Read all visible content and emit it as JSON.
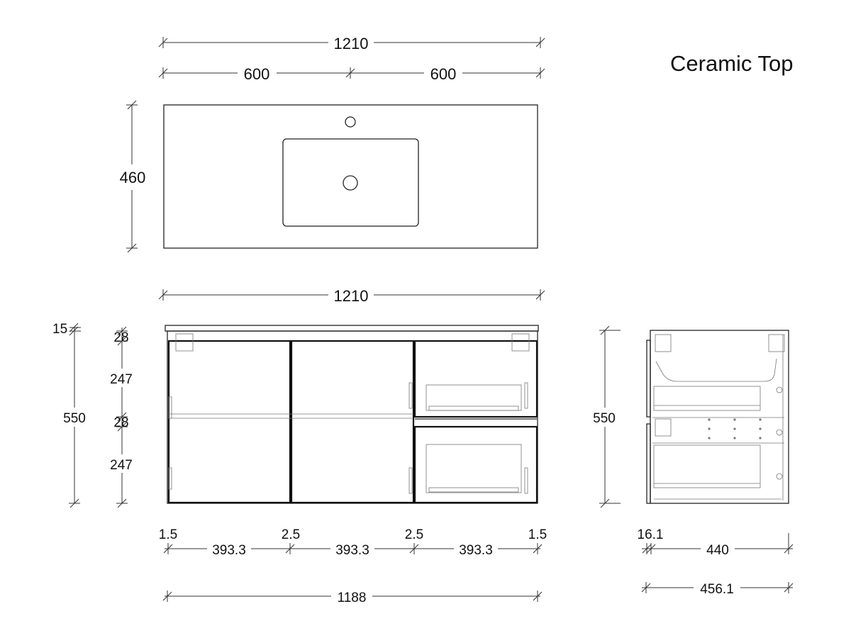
{
  "title": "Ceramic Top",
  "top_view": {
    "overall_width": "1210",
    "left_half": "600",
    "right_half": "600",
    "depth": "460"
  },
  "front_view": {
    "overall_width": "1210",
    "left_dims": {
      "top_thickness": "15",
      "height": "550"
    },
    "drawer_dims": {
      "gap_top": "28",
      "drawer_1": "247",
      "gap_mid": "28",
      "drawer_2": "247"
    },
    "bottom_gaps": {
      "edge_left": "1.5",
      "gap_1": "2.5",
      "gap_2": "2.5",
      "edge_right": "1.5"
    },
    "door_widths": [
      "393.3",
      "393.3",
      "393.3"
    ],
    "carcass_width": "1188"
  },
  "side_view": {
    "height": "550",
    "door_thickness": "16.1",
    "carcass_depth": "440",
    "overall_depth": "456.1"
  }
}
